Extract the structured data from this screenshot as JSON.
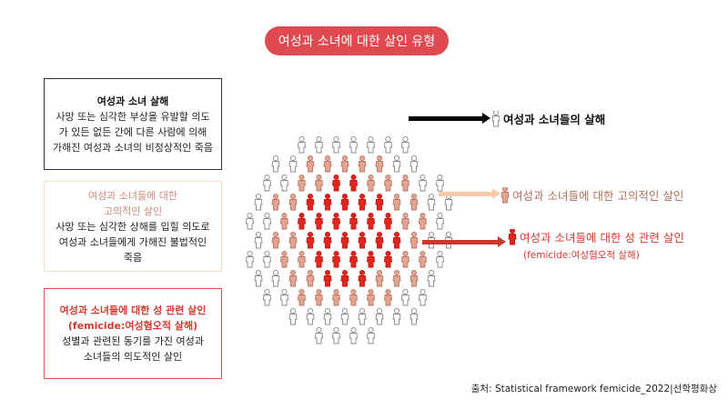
{
  "title": "여성과 소녀에 대한 살인 유형",
  "boxes": [
    {
      "heading": "여성과 소녀 살해",
      "body": [
        "사망 또는 심각한 부상을 유발할 의도",
        "가 있든 없든 간에 다른 사람에 의해",
        "가해진 여성과 소녀의 비정상적인 죽음"
      ]
    },
    {
      "heading": [
        "여성과 소녀들에 대한",
        "고의적인 살인"
      ],
      "body": [
        "사망 또는 심각한 상해를 입힐 의도로",
        "여성과 소녀들에게 가해진 불법적인",
        "죽음"
      ]
    },
    {
      "heading": [
        "여성과 소녀들에 대한 성 관련 살인",
        "(femicide:여성혐오적 살해)"
      ],
      "body": [
        "성별과 관련된 동기를 가진 여성과",
        "소녀들의 의도적인 살인"
      ]
    }
  ],
  "legend": [
    {
      "label": "여성과 소녀들의 살해",
      "color": "#ffffff"
    },
    {
      "label": "여성과 소녀들에 대한 고의적인 살인",
      "color": "#e3a58f"
    },
    {
      "label": "여성과 소녀들에 대한 성 관련 살인",
      "sub": "(femicide:여성혐오적 살해)",
      "color": "#e0261d"
    }
  ],
  "source": "출처: Statistical framework femicide_2022|선학평화상"
}
